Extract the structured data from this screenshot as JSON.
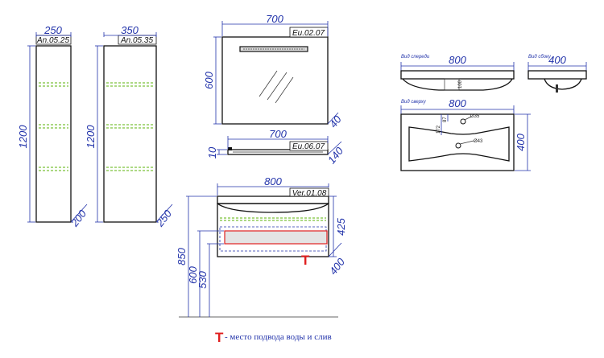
{
  "cabinets": {
    "narrow": {
      "code": "An.05.25",
      "width": "250",
      "height": "1200",
      "depth": "200"
    },
    "wide": {
      "code": "An.05.35",
      "width": "350",
      "height": "1200",
      "depth": "250"
    }
  },
  "mirror": {
    "code": "Eu.02.07",
    "width": "700",
    "height": "600",
    "depth": "40"
  },
  "shelf": {
    "code": "Eu.06.07",
    "width": "700",
    "height": "10",
    "depth": "140"
  },
  "vanity": {
    "code": "Ver.01.08",
    "width": "800",
    "height": "425",
    "depth": "400",
    "total_height": "850",
    "level_1": "600",
    "level_2": "530",
    "service_marker": "T"
  },
  "basin_front": {
    "caption": "Вид спереди",
    "width": "800",
    "inner_depth": "100"
  },
  "basin_side": {
    "caption": "Вид сбоку",
    "depth": "400"
  },
  "basin_top": {
    "caption": "Вид сверху",
    "width": "800",
    "depth": "400",
    "hole_tap": "Ø35",
    "hole_drain": "Ø43",
    "offset_1": "87",
    "offset_2": "172"
  },
  "legend": {
    "marker": "T",
    "text": " - место подвода воды и слив"
  },
  "colors": {
    "dimension": "#2233aa",
    "outline": "#111111",
    "shelf_marks": "#7cc23a",
    "service_zone": "#e02020"
  }
}
